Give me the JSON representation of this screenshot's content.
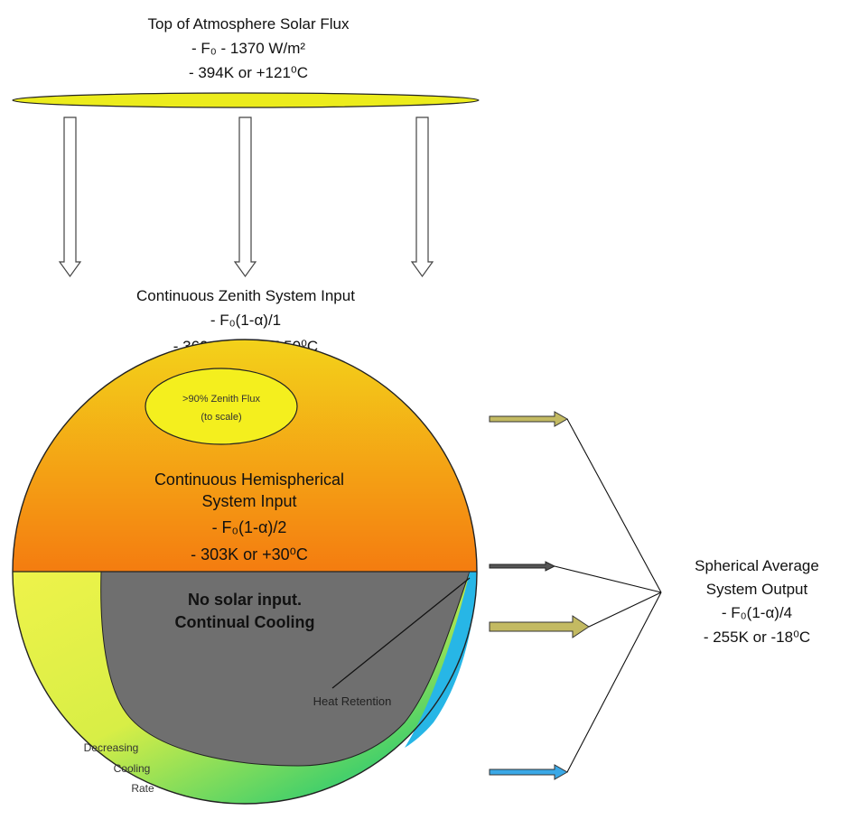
{
  "top": {
    "title": "Top of Atmosphere Solar Flux",
    "line1": "- F₀ - 1370 W/m²",
    "line2": "- 394K or +121⁰C"
  },
  "zenith_input": {
    "title": "Continuous Zenith System Input",
    "line1": "- F₀(1-α)/1",
    "line2": "- 360.5K or +87.50⁰C"
  },
  "zenith_flux": {
    "line1": ">90% Zenith Flux",
    "line2": "(to scale)"
  },
  "hemispherical": {
    "line1": "Continuous Hemispherical",
    "line2": "System Input",
    "line3": "- F₀(1-α)/2",
    "line4": "- 303K or +30⁰C"
  },
  "night": {
    "line1": "No solar input.",
    "line2": "Continual Cooling"
  },
  "heat_retention": "Heat Retention",
  "cooling_rate": {
    "line1": "Decreasing",
    "line2": "Cooling",
    "line3": "Rate"
  },
  "output": {
    "line1": "Spherical Average",
    "line2": "System Output",
    "line3": "- F₀(1-α)/4",
    "line4": "- 255K or -18⁰C"
  },
  "colors": {
    "sun_band": "#ecec1c",
    "zenith_ellipse": "#f4ef1e",
    "hemisphere_top": "#f3d21a",
    "hemisphere_bottom": "#f47c10",
    "night_core": "#6e6e6e",
    "cooling_green": "#2ecf58",
    "cooling_yellow": "#eaf24a",
    "heat_blue": "#27b6e6",
    "arrow_khaki": "#c3ba62",
    "arrow_blue": "#3aa8e6"
  }
}
